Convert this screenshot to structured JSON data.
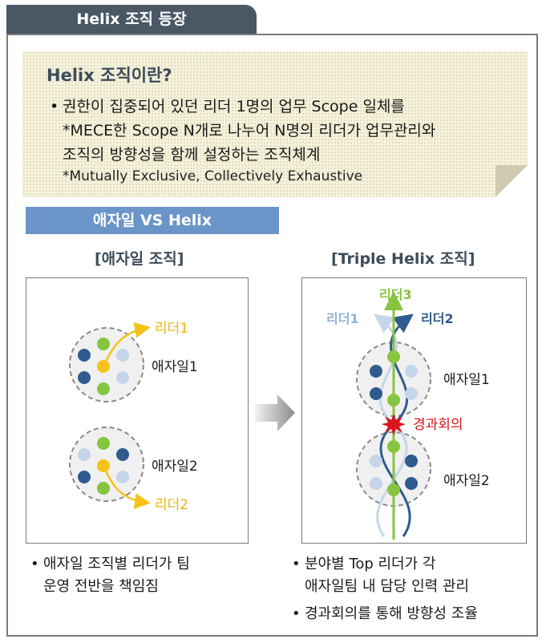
{
  "header": {
    "tab_title": "Helix 조직 등장"
  },
  "definition": {
    "title": "Helix 조직이란?",
    "bullet": "•",
    "lines": [
      "권한이 집중되어 있던 리더 1명의 업무 Scope 일체를",
      "*MECE한 Scope N개로 나누어 N명의 리더가 업무관리와",
      "조직의 방향성을 함께 설정하는 조직체계"
    ],
    "footnote": "*Mutually Exclusive, Collectively Exhaustive"
  },
  "comparison": {
    "section_title": "애자일 VS Helix",
    "left": {
      "heading": "[애자일 조직]",
      "labels": {
        "leader1": "리더1",
        "leader2": "리더2",
        "team1": "애자일1",
        "team2": "애자일2"
      },
      "bullets": [
        "애자일 조직별 리더가 팀",
        "운영 전반을 책임짐"
      ]
    },
    "right": {
      "heading": "[Triple Helix 조직]",
      "labels": {
        "leader1": "리더1",
        "leader2": "리더2",
        "leader3": "리더3",
        "team1": "애자일1",
        "team2": "애자일2",
        "meeting": "경과회의"
      },
      "bullets": [
        "분야별 Top 리더가 각",
        "애자일팀 내 담당 인력 관리",
        "경과회의를 통해 방향성 조율"
      ]
    },
    "arrow_icon": "right-arrow-icon"
  },
  "colors": {
    "tab_bg": "#4a5866",
    "section_bg": "#6b95c9",
    "dark_blue": "#2f5b8e",
    "light_blue": "#c5d6ea",
    "green": "#86c540",
    "yellow": "#f5c21a",
    "red": "#d8141c"
  }
}
